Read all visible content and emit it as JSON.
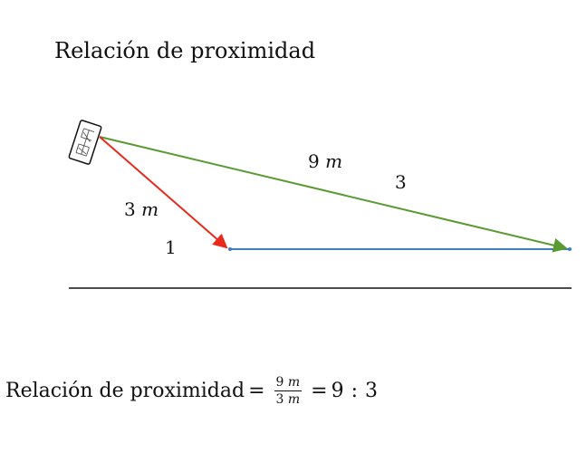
{
  "title": "Relación de proximidad",
  "labels": {
    "green_value": "9",
    "green_unit": "m",
    "green_ratio": "3",
    "red_value": "3",
    "red_unit": "m",
    "red_ratio": "1"
  },
  "formula": {
    "lhs": "Relación de proximidad",
    "equals_1": "=",
    "num_value": "9",
    "num_unit": "m",
    "den_value": "3",
    "den_unit": "m",
    "equals_2": "=",
    "ratio_left": "9",
    "ratio_sep": ":",
    "ratio_right": "3"
  },
  "colors": {
    "green_line": "#5a9a32",
    "red_line": "#e8291c",
    "blue_line": "#3d7fbf",
    "ground_line": "#111111",
    "device_outline": "#111111"
  }
}
